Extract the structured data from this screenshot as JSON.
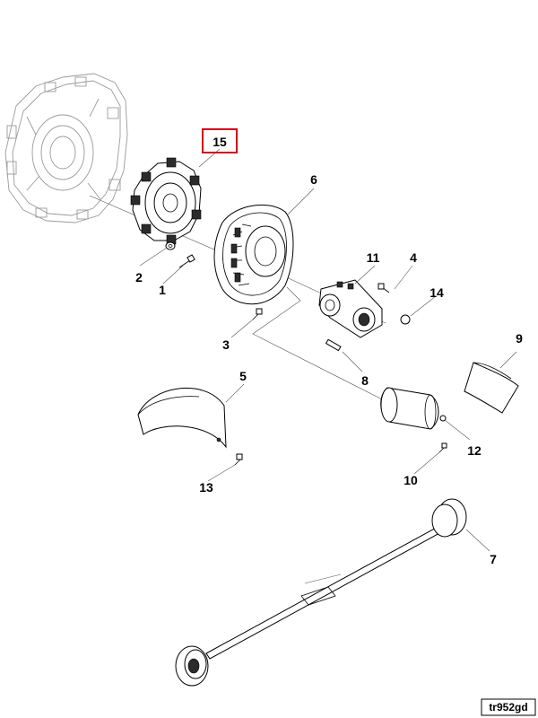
{
  "diagram": {
    "callouts": [
      {
        "id": "1",
        "label": "1"
      },
      {
        "id": "2",
        "label": "2"
      },
      {
        "id": "3",
        "label": "3"
      },
      {
        "id": "4",
        "label": "4"
      },
      {
        "id": "5",
        "label": "5"
      },
      {
        "id": "6",
        "label": "6"
      },
      {
        "id": "7",
        "label": "7"
      },
      {
        "id": "8",
        "label": "8"
      },
      {
        "id": "9",
        "label": "9"
      },
      {
        "id": "10",
        "label": "10"
      },
      {
        "id": "11",
        "label": "11"
      },
      {
        "id": "12",
        "label": "12"
      },
      {
        "id": "13",
        "label": "13"
      },
      {
        "id": "14",
        "label": "14"
      },
      {
        "id": "15",
        "label": "15",
        "highlighted": true
      }
    ],
    "highlight_color": "#d0021b",
    "reference_code": "tr952gd"
  }
}
